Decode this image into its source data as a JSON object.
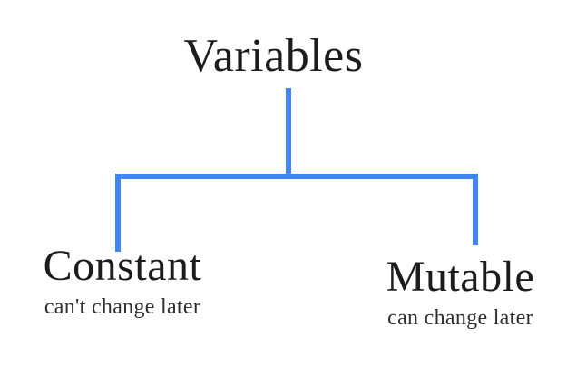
{
  "diagram": {
    "title": "Variables",
    "line_color": "#4285f4",
    "nodes": {
      "constant": {
        "label": "Constant",
        "description": "can't change later"
      },
      "mutable": {
        "label": "Mutable",
        "description": "can change later"
      }
    }
  }
}
